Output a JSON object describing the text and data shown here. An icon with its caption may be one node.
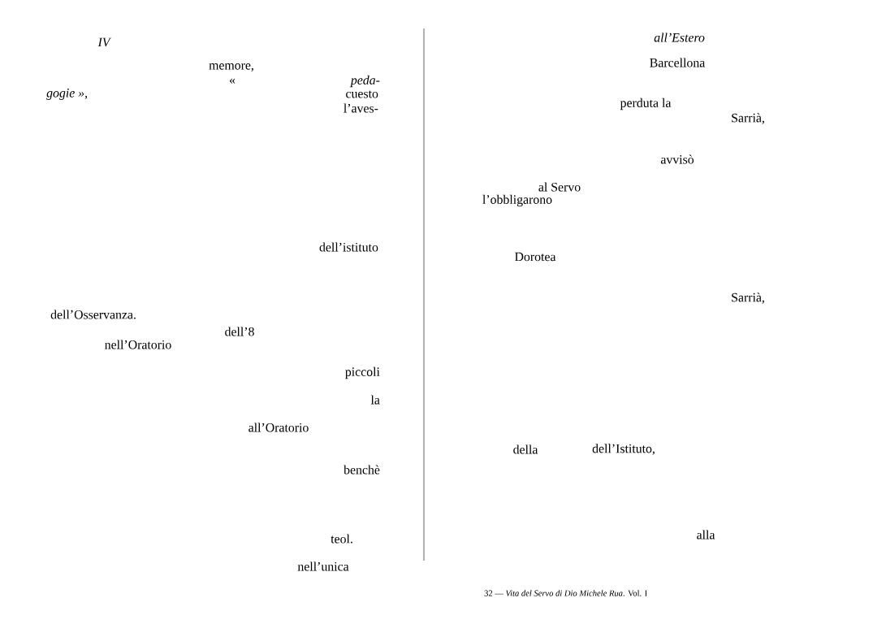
{
  "diagram": {
    "labels": [
      "IV",
      "memore,",
      "«",
      "peda-",
      "gogie »,",
      "cuesto",
      "l’aves-",
      "dell’istituto",
      "dell’Osservanza.",
      "dell’8",
      "nell’Oratorio",
      "piccoli",
      "la",
      "all’Oratorio",
      "benchè",
      "teol.",
      "nell’unica",
      "all’Estero",
      "Barcellona",
      "perduta la",
      "Sarrià,",
      "avvisò",
      "al Servo",
      "l’obbligarono",
      "Dorotea",
      "Sarrià,",
      "della",
      "dell’Istituto,",
      "alla",
      "32 — *Vita del Servo di Dio Michele Rua*. Vol. I"
    ]
  }
}
